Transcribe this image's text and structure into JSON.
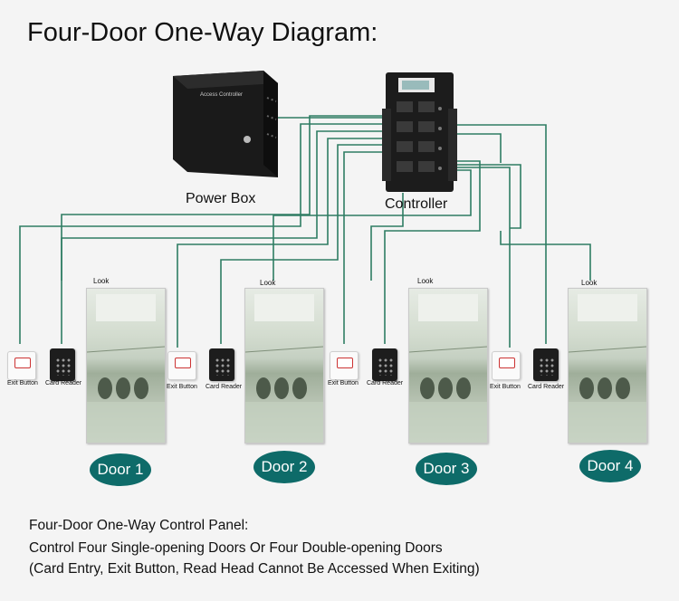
{
  "title": "Four-Door One-Way Diagram:",
  "power_box": {
    "label": "Power Box",
    "panel_text": "Access Controller"
  },
  "controller": {
    "label": "Controller"
  },
  "lock_label": "Look",
  "exit_button_label": "Exit Button",
  "card_reader_label": "Card Reader",
  "doors": [
    {
      "label": "Door 1"
    },
    {
      "label": "Door 2"
    },
    {
      "label": "Door 3"
    },
    {
      "label": "Door 4"
    }
  ],
  "description": {
    "line1": "Four-Door One-Way Control Panel:",
    "line2": "Control Four Single-opening Doors Or Four Double-opening Doors",
    "line3": "(Card Entry, Exit Button, Read Head Cannot Be Accessed When Exiting)"
  },
  "colors": {
    "wire": "#2e7d63",
    "door_badge": "#0e6b69"
  }
}
